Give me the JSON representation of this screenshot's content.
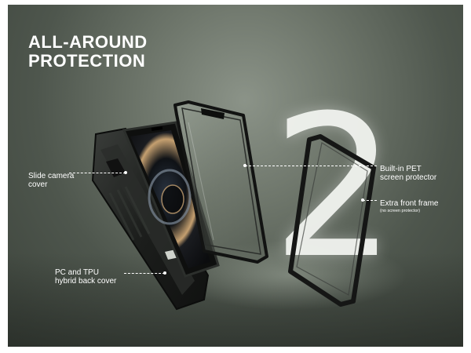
{
  "headline": {
    "line1": "ALL-AROUND",
    "line2": "PROTECTION"
  },
  "big_number": "2",
  "labels": {
    "slide_camera": {
      "line1": "Slide camera",
      "line2": "cover"
    },
    "back_cover": {
      "line1": "PC and TPU",
      "line2": "hybrid back cover"
    },
    "screen_protector": {
      "line1": "Built-in PET",
      "line2": "screen protector"
    },
    "front_frame": {
      "line1": "Extra front frame",
      "note": "(no screen protector)"
    }
  },
  "colors": {
    "background": "#5a6258",
    "text": "#ffffff",
    "case": "#1c1e1c"
  }
}
